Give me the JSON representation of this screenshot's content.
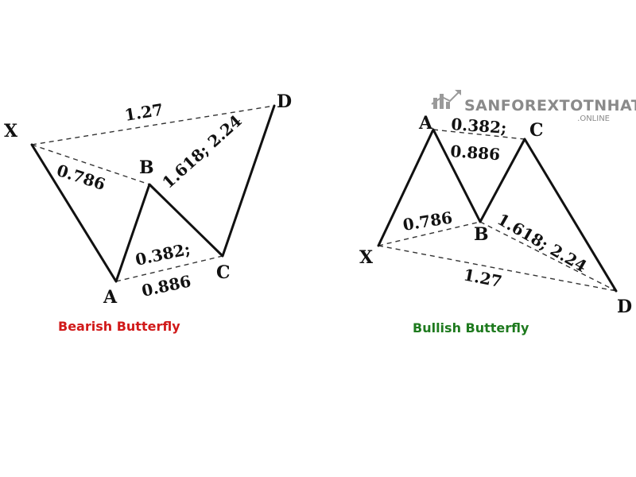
{
  "bearish": {
    "title": "Bearish Butterfly",
    "title_color": "#d11a1a",
    "points": {
      "x": "X",
      "a": "A",
      "b": "B",
      "c": "C",
      "d": "D"
    },
    "ratios": {
      "xd": "1.27",
      "xb": "0.786",
      "bd": "1.618; 2.24",
      "ac_top": "0.382;",
      "ac_bottom": "0.886"
    }
  },
  "bullish": {
    "title": "Bullish Butterfly",
    "title_color": "#1e7a1e",
    "points": {
      "x": "X",
      "a": "A",
      "b": "B",
      "c": "C",
      "d": "D"
    },
    "ratios": {
      "ac_top": "0.382;",
      "ac_bottom": "0.886",
      "xb": "0.786",
      "bd": "1.618; 2.24",
      "xd": "1.27"
    }
  },
  "watermark": {
    "brand": "SANFOREXTOTNHAT",
    "suffix": ".ONLINE",
    "icon": "bar-chart-logo-icon"
  }
}
